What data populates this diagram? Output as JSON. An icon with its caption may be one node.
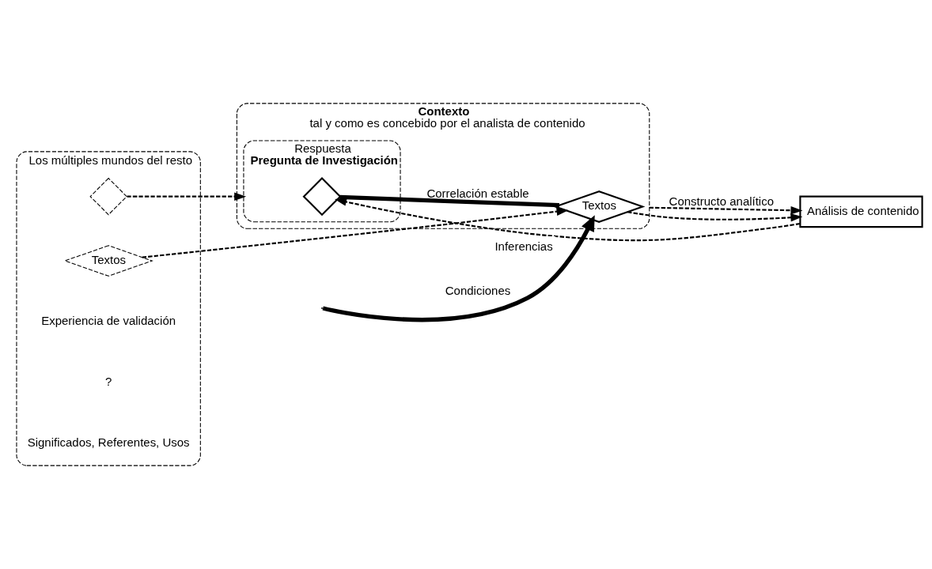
{
  "diagram": {
    "nodes": [
      {
        "text": [
          "Los múltiples mundos del resto"
        ]
      },
      {
        "text": [],
        "shape": "diamond",
        "in": 0
      },
      {
        "text": [
          "Textos"
        ],
        "in": 0
      },
      {
        "text": [
          "Contexto",
          "tal y como es concebido por el analista de contenido"
        ]
      },
      {
        "text": [
          "Respuesta",
          "Pregunta de Investigación"
        ],
        "in": 3
      },
      {
        "text": [],
        "shape": "diamond",
        "in": 4
      },
      {
        "text": [
          "Textos"
        ],
        "in": 3
      },
      {
        "text": [
          "Análisis de contenido"
        ]
      }
    ],
    "edges": [
      {
        "from": 1,
        "to": 4,
        "arrow": "to",
        "style": "dashed"
      },
      {
        "from": 2,
        "to": 6,
        "arrow": "to",
        "style": "dashed"
      },
      {
        "from": 6,
        "to": 5,
        "arrow": "none",
        "label": "Correlación estable",
        "style": "thick"
      },
      {
        "from": null,
        "to": 6,
        "arrow": "to",
        "label": "Condiciones",
        "style": "thick"
      },
      {
        "from": 3,
        "to": 7,
        "arrow": "to",
        "label": "Constructo analítico",
        "style": "dashed"
      },
      {
        "from": 6,
        "to": 7,
        "arrow": "to",
        "style": "dashed"
      },
      {
        "from": 7,
        "to": 5,
        "arrow": "to",
        "label": "Inferencias",
        "style": "dashed"
      }
    ],
    "labels": [
      "Experiencia de validación",
      "?",
      "Significados, Referentes, Usos"
    ]
  }
}
